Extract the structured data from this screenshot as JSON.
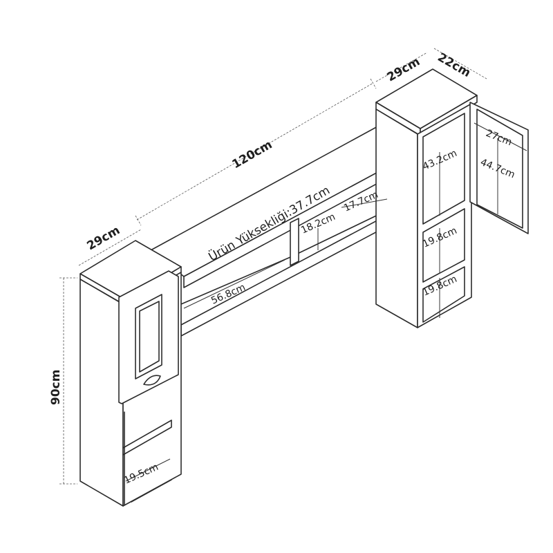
{
  "dimensions": {
    "total_width": "120cm",
    "left_depth": "29cm",
    "right_depth": "29cm",
    "door_width": "22cm",
    "height": "90cm",
    "product_height": "Ürün Yüksekliği:37.7cm",
    "shelf_length": "56.8cm",
    "niche_height": "18.2cm",
    "niche_depth": "17.7cm",
    "upper_compartment": "43.2cm",
    "door_inner": "27cm",
    "door_height": "44.7cm",
    "compartment_mid": "19.8cm",
    "compartment_low": "19.8cm",
    "left_bottom": "19.5cm"
  },
  "colors": {
    "line": "#2b2b2b",
    "background": "#ffffff"
  }
}
